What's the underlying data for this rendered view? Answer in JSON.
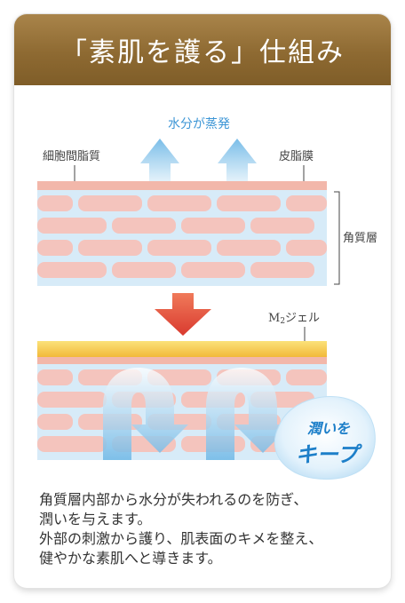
{
  "header": {
    "title": "「素肌を護る」仕組み"
  },
  "diagram": {
    "evaporation_label": "水分が蒸発",
    "intercellular_lipid_label": "細胞間脂質",
    "sebum_film_label": "皮脂膜",
    "stratum_corneum_label": "角質層",
    "gel_label_prefix": "M",
    "gel_label_sub": "2",
    "gel_label_suffix": "ジェル",
    "keep_badge_line1": "潤いを",
    "keep_badge_line2": "キープ"
  },
  "caption": {
    "line1": "角質層内部から水分が失われるのを防ぎ、",
    "line2": "潤いを与えます。",
    "line3": "外部の刺激から護り、肌表面のキメを整え、",
    "line4": "健やかな素肌へと導きます。"
  },
  "colors": {
    "header_gold": "#8e6a32",
    "skin_cell": "#f3c2bb",
    "intercellular": "#cfe6f7",
    "sebum": "#f1b1a4",
    "gel_yellow": "#f7cf45",
    "arrow_red": "#e0493a",
    "water_arrow": "#8fc8eb",
    "evaporation_text": "#3d96d6"
  }
}
